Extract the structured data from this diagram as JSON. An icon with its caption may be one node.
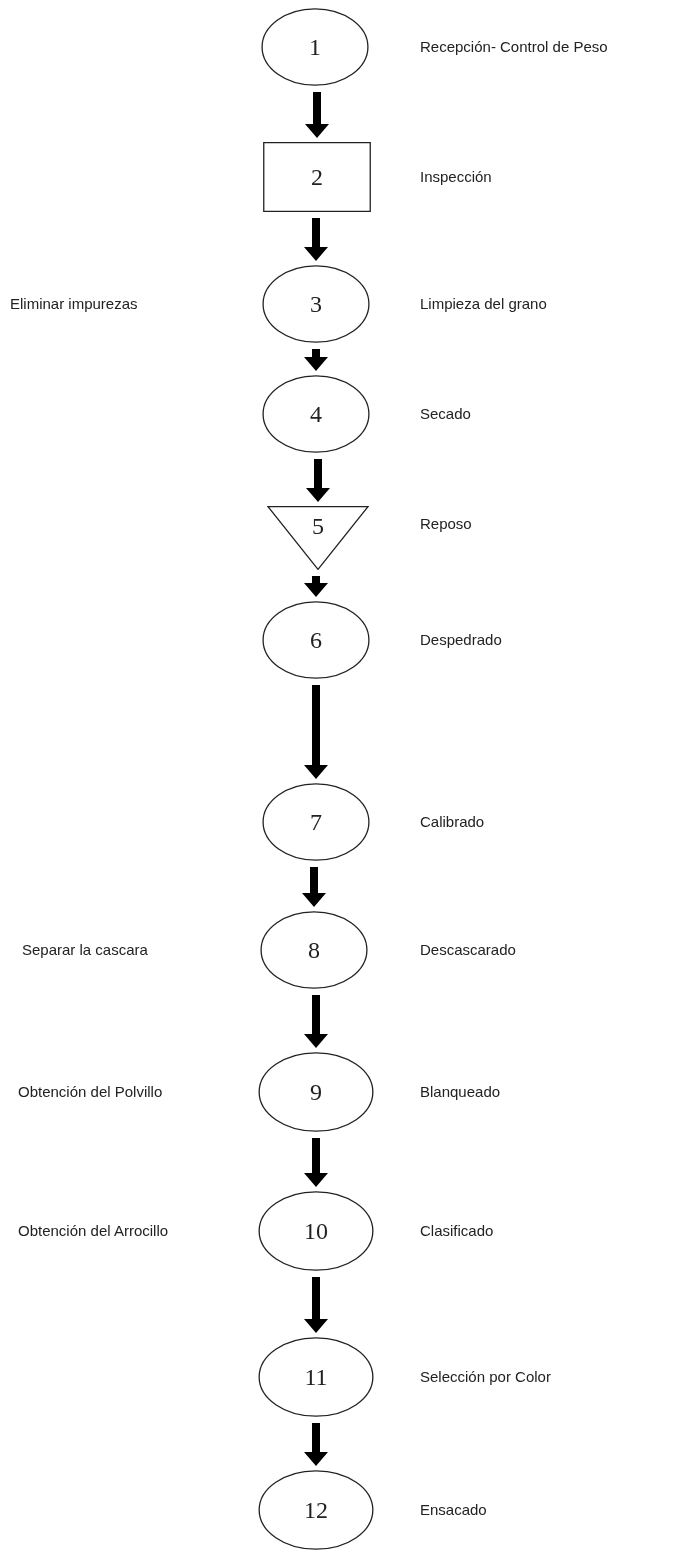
{
  "diagram": {
    "nodes": [
      {
        "text": [
          "1"
        ],
        "beside": [
          "Recepción- Control de Peso"
        ]
      },
      {
        "text": [
          "2"
        ],
        "beside": [
          "Inspección"
        ]
      },
      {
        "text": [
          "3"
        ],
        "beside": [
          "Limpieza del grano"
        ]
      },
      {
        "text": [
          "4"
        ],
        "beside": [
          "Secado"
        ]
      },
      {
        "text": [
          "5"
        ],
        "beside": [
          "Reposo"
        ]
      },
      {
        "text": [
          "6"
        ],
        "beside": [
          "Despedrado"
        ]
      },
      {
        "text": [
          "7"
        ],
        "beside": [
          "Calibrado"
        ]
      },
      {
        "text": [
          "8"
        ],
        "beside": [
          "Descascarado"
        ]
      },
      {
        "text": [
          "9"
        ],
        "beside": [
          "Blanqueado"
        ]
      },
      {
        "text": [
          "10"
        ],
        "beside": [
          "Clasificado"
        ]
      },
      {
        "text": [
          "11"
        ],
        "beside": [
          "Selección por Color"
        ]
      },
      {
        "text": [
          "12"
        ],
        "beside": [
          "Ensacado"
        ]
      }
    ],
    "edges": [
      {
        "from": 0,
        "to": 1,
        "arrow": "to"
      },
      {
        "from": 1,
        "to": 2,
        "arrow": "to"
      },
      {
        "from": 2,
        "to": 3,
        "arrow": "to"
      },
      {
        "from": 3,
        "to": 4,
        "arrow": "to"
      },
      {
        "from": 4,
        "to": 5,
        "arrow": "to"
      },
      {
        "from": 5,
        "to": 6,
        "arrow": "to"
      },
      {
        "from": 6,
        "to": 7,
        "arrow": "to"
      },
      {
        "from": 7,
        "to": 8,
        "arrow": "to"
      },
      {
        "from": 8,
        "to": 9,
        "arrow": "to"
      },
      {
        "from": 9,
        "to": 10,
        "arrow": "to"
      },
      {
        "from": 10,
        "to": 11,
        "arrow": "to"
      }
    ],
    "labels": [
      "Eliminar impurezas",
      "Separar la cascara",
      "Obtención del Polvillo",
      "Obtención del Arrocillo"
    ]
  }
}
